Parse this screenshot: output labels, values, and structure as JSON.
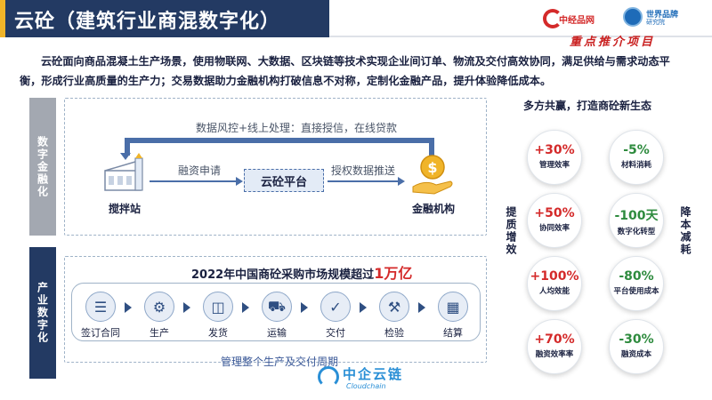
{
  "header": {
    "title": "云砼（建筑行业商混数字化）",
    "logo_left_text": "中经品网",
    "logo_right_line1": "世界品牌",
    "logo_right_line2": "研究院",
    "slogan": "重点推介项目"
  },
  "intro": "云砼面向商品混凝土生产场景，使用物联网、大数据、区块链等技术实现企业间订单、物流及交付高效协同，满足供给与需求动态平衡，形成行业高质量的生产力；交易数据助力金融机构打破信息不对称，定制化金融产品，提升体验降低成本。",
  "digital_finance": {
    "side_label": "数字金融化",
    "top_note": "数据风控+线上处理：直接授信，在线贷款",
    "left_node": "搅拌站",
    "center_node": "云砼平台",
    "right_node": "金融机构",
    "arrow_left_label": "融资申请",
    "arrow_right_label": "授权数据推送"
  },
  "industry": {
    "side_label": "产业数字化",
    "market_prefix": "2022年中国商砼采购市场规模超过",
    "market_value": "1万亿",
    "steps": [
      {
        "label": "签订合同",
        "icon": "contract-icon"
      },
      {
        "label": "生产",
        "icon": "production-icon"
      },
      {
        "label": "发货",
        "icon": "shipping-icon"
      },
      {
        "label": "运输",
        "icon": "truck-icon"
      },
      {
        "label": "交付",
        "icon": "delivery-icon"
      },
      {
        "label": "检验",
        "icon": "inspection-icon"
      },
      {
        "label": "结算",
        "icon": "calculator-icon"
      }
    ],
    "manage_note": "管理整个生产及交付周期",
    "brand_name": "中企云链",
    "brand_sub": "Cloudchain"
  },
  "benefits": {
    "title": "多方共赢，打造商砼新生态",
    "left_label": "提质增效",
    "right_label": "降本减耗",
    "left_items": [
      {
        "value": "+30%",
        "label": "管理效率"
      },
      {
        "value": "+50%",
        "label": "协同效率"
      },
      {
        "value": "+100%",
        "label": "人均效能"
      },
      {
        "value": "+70%",
        "label": "融资效率率"
      }
    ],
    "right_items": [
      {
        "value": "-5%",
        "label": "材料消耗"
      },
      {
        "value": "-100天",
        "label": "数字化转型"
      },
      {
        "value": "-80%",
        "label": "平台使用成本"
      },
      {
        "value": "-30%",
        "label": "融资成本"
      }
    ],
    "colors": {
      "increase": "#d42a2a",
      "decrease": "#2e8b3e"
    }
  }
}
